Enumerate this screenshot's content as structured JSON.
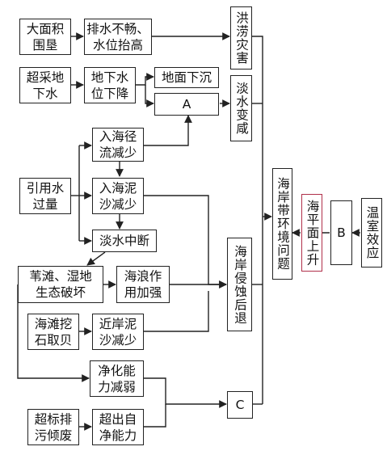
{
  "diagram": {
    "nodes": {
      "reclaim": "大面积\n围垦",
      "drainage": "排水不畅、\n水位抬高",
      "overpump": "超采地\n下水",
      "gw_drop": "地下水\n位下降",
      "subside": "地面下沉",
      "a": "A",
      "runoff": "入海径\n流减少",
      "overuse": "引用水\n过量",
      "sediment": "入海泥\n沙减少",
      "fresh_cut": "淡水中断",
      "wetland": "苇滩、湿地\n生态破坏",
      "wave": "海浪作\n用加强",
      "dig": "海滩挖\n石取贝",
      "near_sand": "近岸泥\n沙减少",
      "purify": "净化能\n力减弱",
      "c": "C",
      "pollute": "超标排\n污倾废",
      "exceed": "超出自\n净能力",
      "flood": "洪涝灾害",
      "salinize": "淡水变咸",
      "erosion": "海岸侵蚀后退",
      "coast_problem": "海岸带环境问题",
      "sea_rise": "海平面上升",
      "b": "B",
      "greenhouse": "温室效应"
    }
  }
}
